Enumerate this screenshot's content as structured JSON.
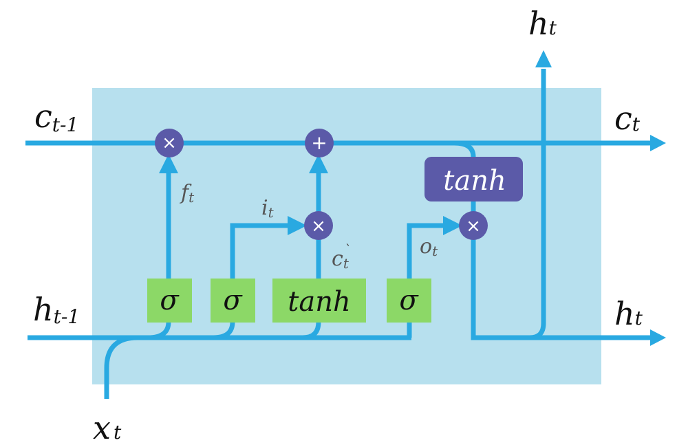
{
  "diagram": {
    "title": "LSTM cell",
    "colors": {
      "cell_background": "#b7e0ee",
      "wire": "#29a9e1",
      "gate_fill": "#8cd867",
      "operator_fill": "#5b5aa8",
      "gate_label_color": "#555555"
    },
    "inputs": {
      "c_prev": {
        "base": "c",
        "sub": "t-1"
      },
      "h_prev": {
        "base": "h",
        "sub": "t-1"
      },
      "x": {
        "base": "x",
        "sub": "t"
      }
    },
    "outputs": {
      "c_out": {
        "base": "c",
        "sub": "t"
      },
      "h_out_right": {
        "base": "h",
        "sub": "t"
      },
      "h_out_top": {
        "base": "h",
        "sub": "t"
      }
    },
    "gates": [
      {
        "id": "forget",
        "symbol": "σ"
      },
      {
        "id": "input",
        "symbol": "σ"
      },
      {
        "id": "candidate",
        "symbol": "tanh"
      },
      {
        "id": "output",
        "symbol": "σ"
      }
    ],
    "operators": {
      "forget_mult": "×",
      "cell_add": "+",
      "input_mult": "×",
      "output_mult": "×"
    },
    "cell_tanh_label": "tanh",
    "signal_labels": {
      "f": {
        "base": "f",
        "sub": "t"
      },
      "i": {
        "base": "i",
        "sub": "t"
      },
      "c_tilde": {
        "base": "c",
        "accent": "`",
        "sub": "t"
      },
      "o": {
        "base": "o",
        "sub": "t"
      }
    }
  }
}
